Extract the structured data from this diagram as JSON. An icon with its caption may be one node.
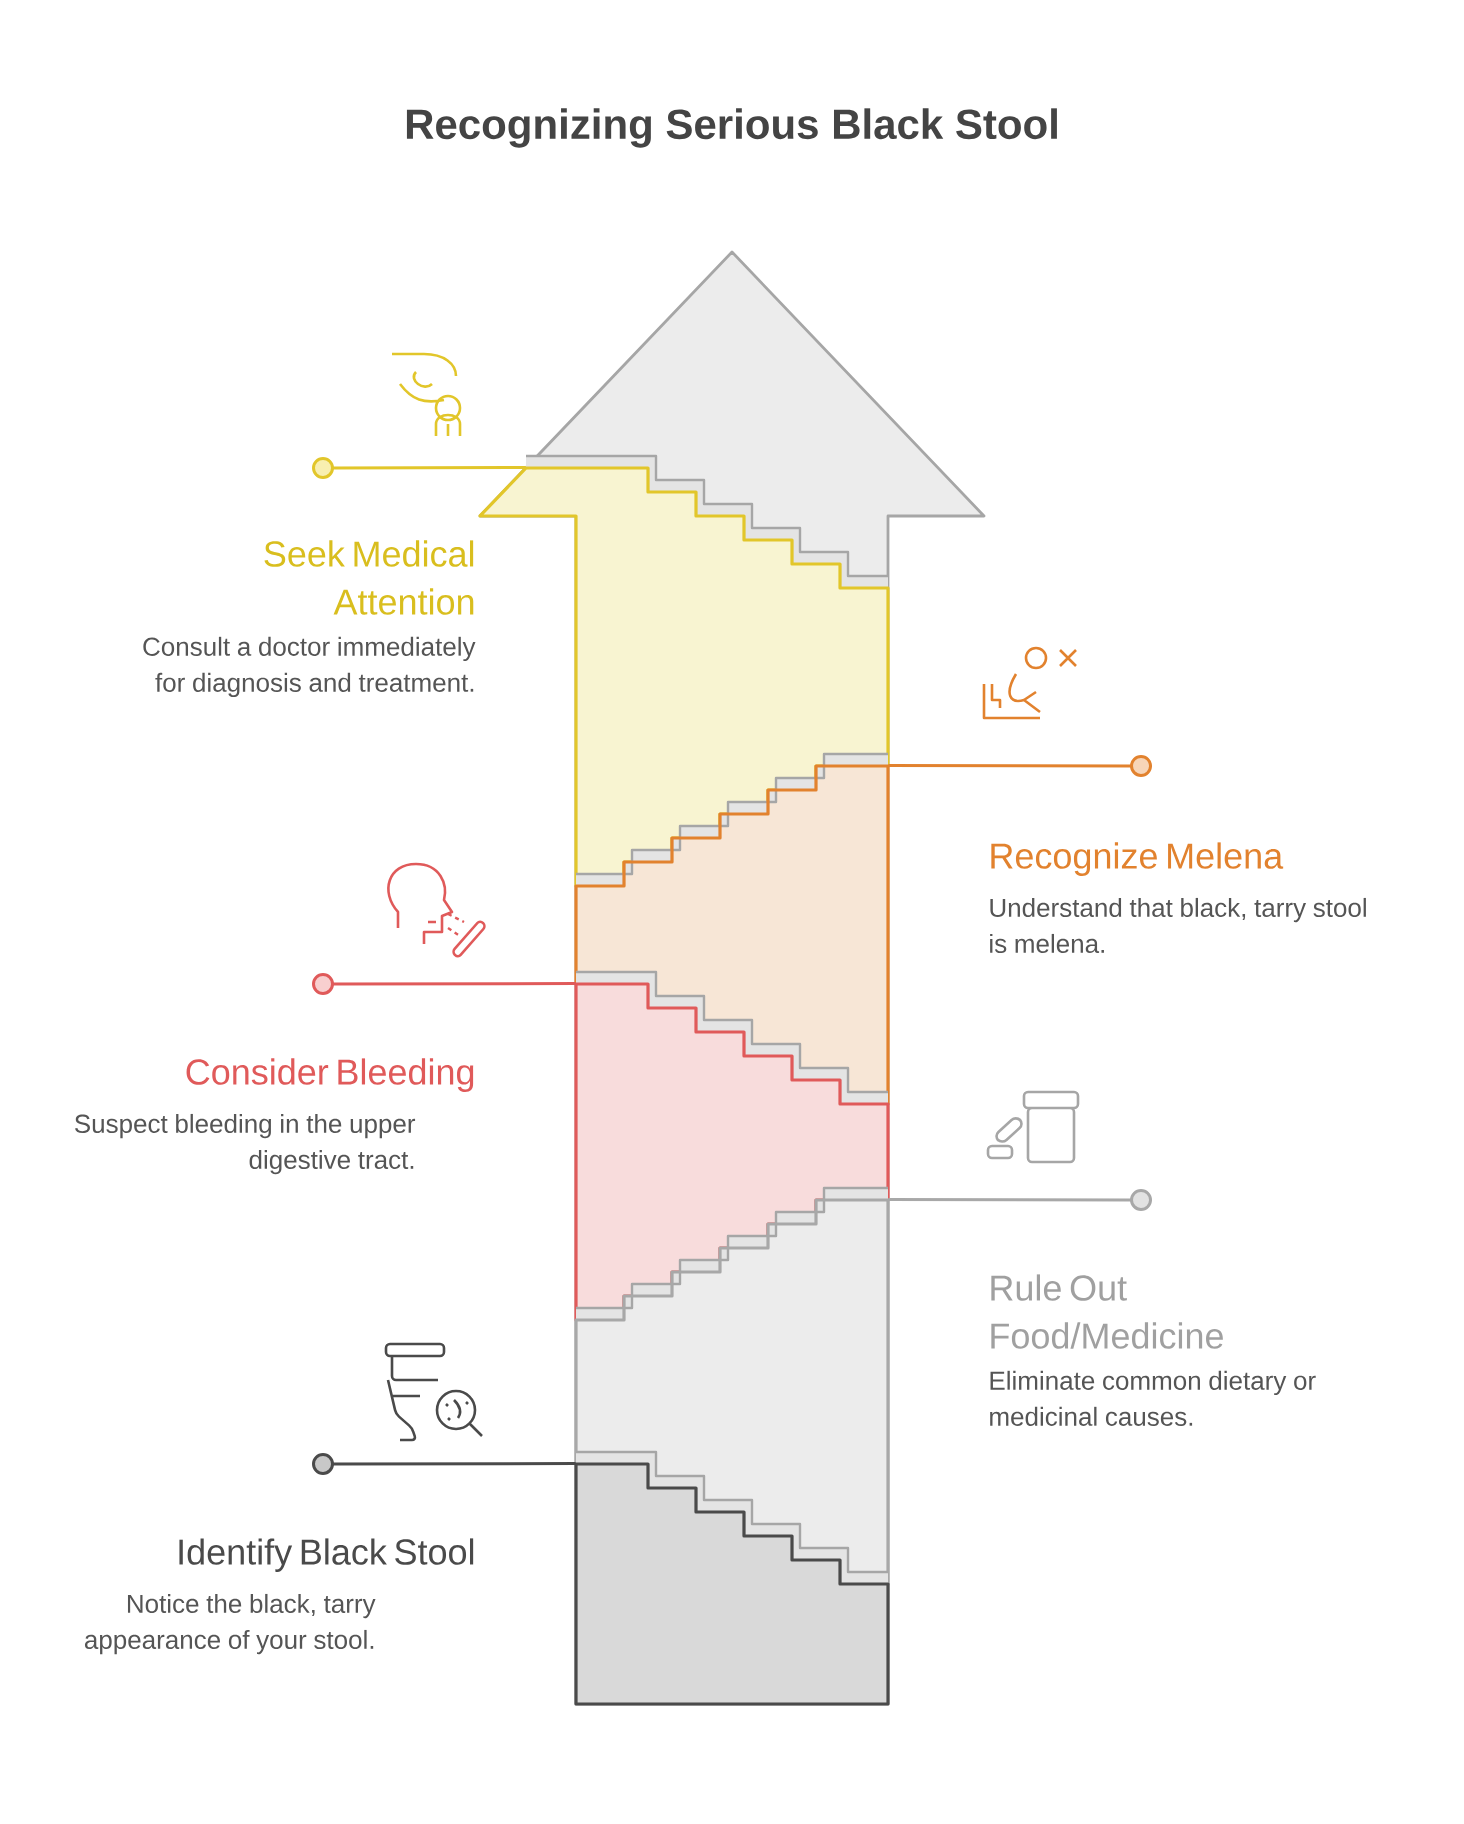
{
  "diagram": {
    "title": "Recognizing Serious Black Stool",
    "nodes": [
      {
        "text": [
          "Seek Medical Attention",
          "Consult a doctor immediately for diagnosis and treatment."
        ]
      },
      {
        "text": [],
        "shape": "box"
      },
      {
        "text": [
          "Recognize Melena",
          "Understand that black, tarry stool is melena."
        ]
      },
      {
        "text": [],
        "shape": "box"
      },
      {
        "text": [
          "Consider Bleeding",
          "Suspect bleeding in the upper digestive tract."
        ]
      },
      {
        "text": [],
        "shape": "box"
      },
      {
        "text": [
          "Rule Out Food/Medicine",
          "Eliminate common dietary or medicinal causes."
        ]
      },
      {
        "text": [],
        "shape": "box"
      },
      {
        "text": [
          "Identify Black Stool",
          "Notice the black, tarry appearance of your stool."
        ]
      },
      {
        "text": [],
        "shape": "box"
      }
    ],
    "edges": [
      {
        "from": 0,
        "to": 1,
        "arrow": "other",
        "color": "#e2c62a"
      },
      {
        "from": 2,
        "to": 3,
        "arrow": "other",
        "color": "#e2822e"
      },
      {
        "from": 4,
        "to": 5,
        "arrow": "other",
        "color": "#e05a5a"
      },
      {
        "from": 6,
        "to": 7,
        "arrow": "other",
        "color": "#a8a8a8"
      },
      {
        "from": 8,
        "to": 9,
        "arrow": "other",
        "color": "#4a4a4a"
      }
    ]
  }
}
